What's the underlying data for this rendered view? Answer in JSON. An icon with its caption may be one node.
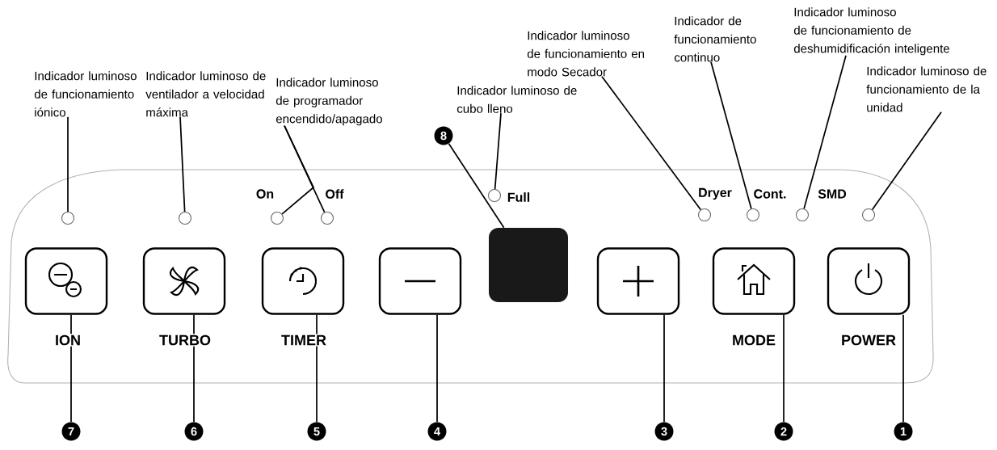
{
  "diagram": {
    "nodes": [
      {
        "text": [
          "Indicador luminoso de funcionamiento iónico"
        ]
      },
      {
        "text": [
          "Indicador luminoso de ventilador a velocidad máxima"
        ]
      },
      {
        "text": [
          "Indicador luminoso de programador encendido/apagado"
        ]
      },
      {
        "text": [
          "Indicador luminoso de cubo lleno"
        ]
      },
      {
        "text": [
          "Indicador luminoso de funcionamiento en modo Secador"
        ]
      },
      {
        "text": [
          "Indicador de funcionamiento continuo"
        ]
      },
      {
        "text": [
          "Indicador luminoso de funcionamiento de deshumidificación inteligente"
        ]
      },
      {
        "text": [
          "Indicador luminoso de funcionamiento de la unidad"
        ]
      },
      {
        "text": [
          "8"
        ]
      },
      {
        "text": [],
        "shape": "circle"
      },
      {
        "text": [],
        "shape": "circle"
      },
      {
        "text": [],
        "shape": "circle",
        "beside": [
          "On"
        ]
      },
      {
        "text": [],
        "shape": "circle",
        "beside": [
          "Off"
        ]
      },
      {
        "text": [],
        "shape": "circle",
        "beside": [
          "Full"
        ]
      },
      {
        "text": [],
        "shape": "circle",
        "beside": [
          "Dryer"
        ]
      },
      {
        "text": [],
        "shape": "circle",
        "beside": [
          "Cont."
        ]
      },
      {
        "text": [],
        "shape": "circle",
        "beside": [
          "SMD"
        ]
      },
      {
        "text": [],
        "shape": "circle"
      },
      {
        "text": [
          "ION"
        ]
      },
      {
        "text": [
          "TURBO"
        ]
      },
      {
        "text": [
          "TIMER"
        ]
      },
      {
        "text": [],
        "shape": "box"
      },
      {
        "text": [],
        "shape": "box"
      },
      {
        "text": [],
        "shape": "box"
      },
      {
        "text": [
          "MODE"
        ]
      },
      {
        "text": [
          "POWER"
        ]
      },
      {
        "text": [
          "7"
        ]
      },
      {
        "text": [
          "6"
        ]
      },
      {
        "text": [
          "5"
        ]
      },
      {
        "text": [
          "4"
        ]
      },
      {
        "text": [
          "3"
        ]
      },
      {
        "text": [
          "2"
        ]
      },
      {
        "text": [
          "1"
        ]
      }
    ],
    "edges": [
      {
        "from": 0,
        "to": 9,
        "arrow": "none"
      },
      {
        "from": 1,
        "to": 10,
        "arrow": "none"
      },
      {
        "from": 2,
        "to": 11,
        "arrow": "none"
      },
      {
        "from": 2,
        "to": 12,
        "arrow": "none"
      },
      {
        "from": 3,
        "to": 13,
        "arrow": "none"
      },
      {
        "from": 4,
        "to": 14,
        "arrow": "none"
      },
      {
        "from": 5,
        "to": 15,
        "arrow": "none"
      },
      {
        "from": 6,
        "to": 16,
        "arrow": "none"
      },
      {
        "from": 7,
        "to": 17,
        "arrow": "none"
      },
      {
        "from": 8,
        "to": 22,
        "arrow": "none"
      },
      {
        "from": 26,
        "to": 18,
        "arrow": "none"
      },
      {
        "from": 27,
        "to": 19,
        "arrow": "none"
      },
      {
        "from": 28,
        "to": 20,
        "arrow": "none"
      },
      {
        "from": 29,
        "to": 21,
        "arrow": "none"
      },
      {
        "from": 30,
        "to": 23,
        "arrow": "none"
      },
      {
        "from": 31,
        "to": 24,
        "arrow": "none"
      },
      {
        "from": 32,
        "to": 25,
        "arrow": "none"
      }
    ]
  }
}
